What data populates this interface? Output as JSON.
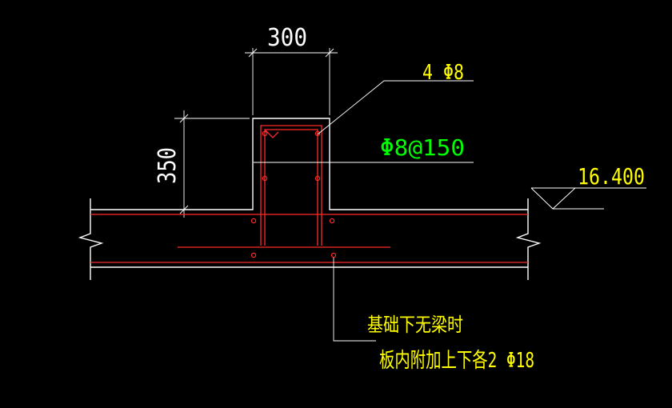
{
  "colors": {
    "background": "#000000",
    "outline": "#ffffff",
    "rebar": "#ff2a2a",
    "label_yellow": "#ffff00",
    "label_green": "#00ff00"
  },
  "labels": {
    "width_dim": "300",
    "height_dim": "350",
    "longitudinal_bars": "4 Φ8",
    "stirrups": "Φ8@150",
    "elevation": "16.400",
    "note_line1": "基础下无梁时",
    "note_line2": "板内附加上下各2 Φ18"
  }
}
